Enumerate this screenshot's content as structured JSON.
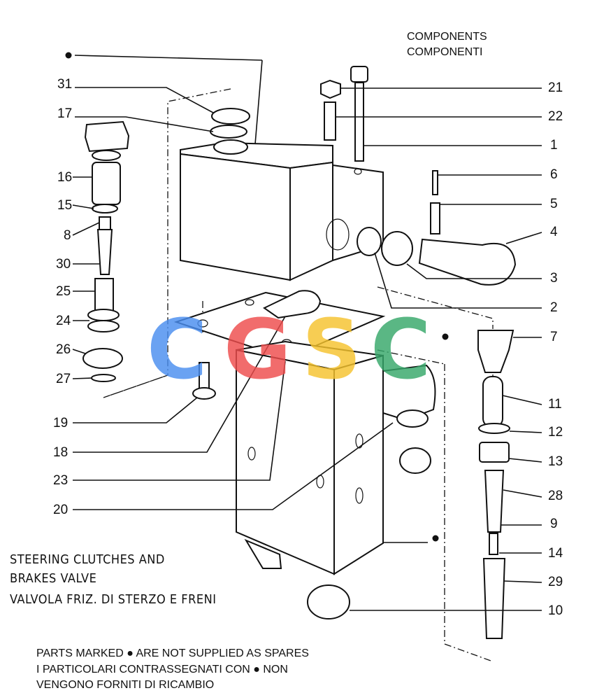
{
  "header": {
    "components_en": "COMPONENTS",
    "components_it": "COMPONENTI"
  },
  "title": {
    "line1": "STEERING CLUTCHES AND",
    "line2": "BRAKES VALVE",
    "line3": "VALVOLA  FRIZ. DI STERZO E FRENI"
  },
  "note": {
    "line1": "PARTS MARKED ● ARE NOT SUPPLIED AS SPARES",
    "line2": "I PARTICOLARI CONTRASSEGNATI CON  ● NON",
    "line3": "VENGONO FORNITI DI RICAMBIO"
  },
  "watermark": {
    "letters": [
      "C",
      "G",
      "S",
      "C"
    ],
    "colors": [
      "#4a8ef0",
      "#ef4d4d",
      "#f6c32e",
      "#36a86a"
    ]
  },
  "labels": {
    "left": [
      "31",
      "17",
      "16",
      "15",
      "8",
      "30",
      "25",
      "24",
      "26",
      "27",
      "19",
      "18",
      "23",
      "20"
    ],
    "right": [
      "21",
      "22",
      "1",
      "6",
      "5",
      "4",
      "3",
      "2",
      "7",
      "11",
      "12",
      "13",
      "28",
      "9",
      "14",
      "29",
      "10"
    ]
  }
}
